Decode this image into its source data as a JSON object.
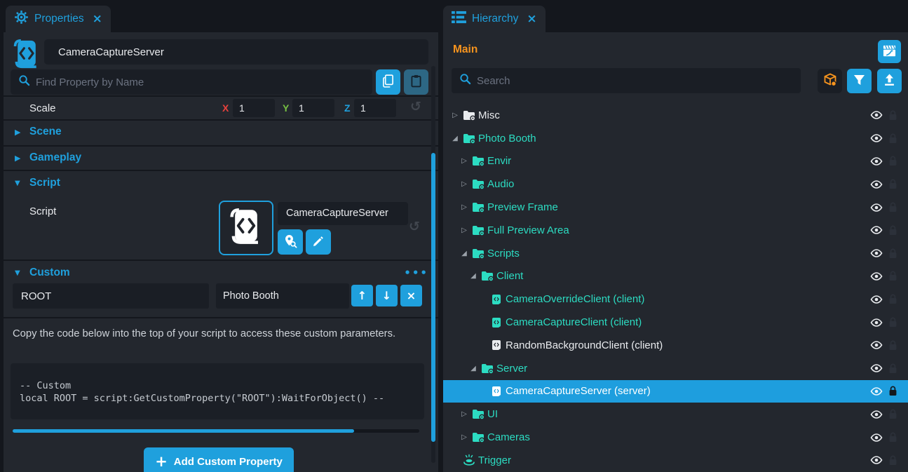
{
  "colors": {
    "accent": "#1fa0dd",
    "teal": "#2cdcc2",
    "orange": "#f7941e",
    "selection": "#1e9ede",
    "axis_x": "#e8413c",
    "axis_y": "#76c043",
    "axis_z": "#1fa0dd"
  },
  "icons": {
    "close": "×",
    "reset": "↺",
    "more": "•••",
    "up_arrow": "↑",
    "down_arrow": "↓",
    "remove": "×",
    "plus": "+",
    "section_collapsed": "▶",
    "section_expanded": "▼",
    "tree_collapsed": "▷",
    "tree_expanded": "◢"
  },
  "properties_panel": {
    "tab_title": "Properties",
    "object_name": "CameraCaptureServer",
    "search_placeholder": "Find Property by Name",
    "scale": {
      "label": "Scale",
      "x_label": "X",
      "x_value": "1",
      "y_label": "Y",
      "y_value": "1",
      "z_label": "Z",
      "z_value": "1"
    },
    "sections": {
      "scene": "Scene",
      "gameplay": "Gameplay",
      "script": "Script",
      "custom": "Custom"
    },
    "script": {
      "label": "Script",
      "value": "CameraCaptureServer"
    },
    "custom": {
      "param_name": "ROOT",
      "param_value": "Photo Booth"
    },
    "hint": "Copy the code below into the top of your script to access these custom parameters.",
    "code_line1": "-- Custom",
    "code_line2": "local ROOT = script:GetCustomProperty(\"ROOT\"):WaitForObject() --",
    "add_button_label": "Add Custom Property"
  },
  "hierarchy_panel": {
    "tab_title": "Hierarchy",
    "scene_name": "Main",
    "search_placeholder": "Search",
    "tree": [
      {
        "label": "Misc",
        "depth": 0,
        "state": "collapsed",
        "icon": "folder",
        "color": "white"
      },
      {
        "label": "Photo Booth",
        "depth": 0,
        "state": "expanded",
        "icon": "folder",
        "color": "teal"
      },
      {
        "label": "Envir",
        "depth": 1,
        "state": "collapsed",
        "icon": "folder",
        "color": "teal"
      },
      {
        "label": "Audio",
        "depth": 1,
        "state": "collapsed",
        "icon": "folder",
        "color": "teal"
      },
      {
        "label": "Preview Frame",
        "depth": 1,
        "state": "collapsed",
        "icon": "folder",
        "color": "teal"
      },
      {
        "label": "Full Preview Area",
        "depth": 1,
        "state": "collapsed",
        "icon": "folder",
        "color": "teal"
      },
      {
        "label": "Scripts",
        "depth": 1,
        "state": "expanded",
        "icon": "folder",
        "color": "teal"
      },
      {
        "label": "Client",
        "depth": 2,
        "state": "expanded",
        "icon": "folder",
        "color": "teal"
      },
      {
        "label": "CameraOverrideClient (client)",
        "depth": 3,
        "state": "leaf",
        "icon": "script",
        "color": "teal"
      },
      {
        "label": "CameraCaptureClient (client)",
        "depth": 3,
        "state": "leaf",
        "icon": "script",
        "color": "teal"
      },
      {
        "label": "RandomBackgroundClient (client)",
        "depth": 3,
        "state": "leaf",
        "icon": "script",
        "color": "white"
      },
      {
        "label": "Server",
        "depth": 2,
        "state": "expanded",
        "icon": "folder",
        "color": "teal"
      },
      {
        "label": "CameraCaptureServer (server)",
        "depth": 3,
        "state": "leaf",
        "icon": "script",
        "color": "white",
        "selected": true
      },
      {
        "label": "UI",
        "depth": 1,
        "state": "collapsed",
        "icon": "folder",
        "color": "teal"
      },
      {
        "label": "Cameras",
        "depth": 1,
        "state": "collapsed",
        "icon": "folder",
        "color": "teal"
      },
      {
        "label": "Trigger",
        "depth": 0,
        "state": "leaf",
        "icon": "trigger",
        "color": "teal"
      }
    ]
  }
}
